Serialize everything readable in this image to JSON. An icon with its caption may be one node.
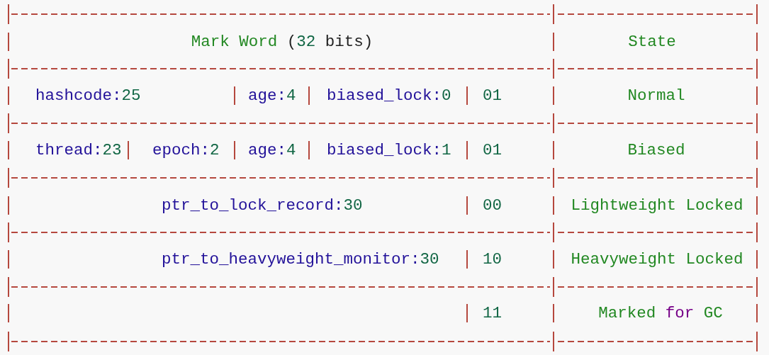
{
  "diagram": {
    "labels": [
      "Mark Word (32 bits)",
      "State",
      "hashcode:25",
      "age:4",
      "biased_lock:0",
      "01",
      "Normal",
      "thread:23",
      "epoch:2",
      "age:4",
      "biased_lock:1",
      "01",
      "Biased",
      "ptr_to_lock_record:30",
      "00",
      "Lightweight Locked",
      "ptr_to_heavyweight_monitor:30",
      "10",
      "Heavyweight Locked",
      "11",
      "Marked for GC"
    ]
  }
}
